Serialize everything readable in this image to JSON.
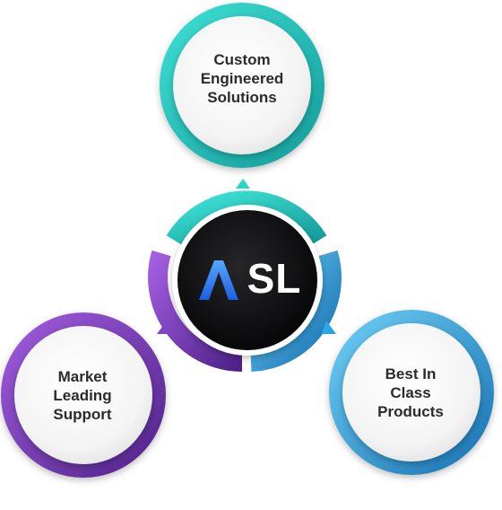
{
  "logo": {
    "name": "ASL",
    "text": "SL",
    "accent": "#2f86ff"
  },
  "nodes": [
    {
      "id": "top",
      "lines": [
        "Custom",
        "Engineered",
        "Solutions"
      ],
      "ring_color": "#24c7c1",
      "ring_dark": "#1a9b96"
    },
    {
      "id": "left",
      "lines": [
        "Market",
        "Leading",
        "Support"
      ],
      "ring_color": "#8b47c7",
      "ring_dark": "#5b2a93"
    },
    {
      "id": "right",
      "lines": [
        "Best In",
        "Class",
        "Products"
      ],
      "ring_color": "#4fc0ef",
      "ring_dark": "#1d7fbf"
    }
  ],
  "colors": {
    "hub_dark": "#0f0f12",
    "hub_ring": "#ffffff",
    "teal": "#2dd3c8",
    "purple": "#7f45c2",
    "blue": "#2aa6e8"
  }
}
